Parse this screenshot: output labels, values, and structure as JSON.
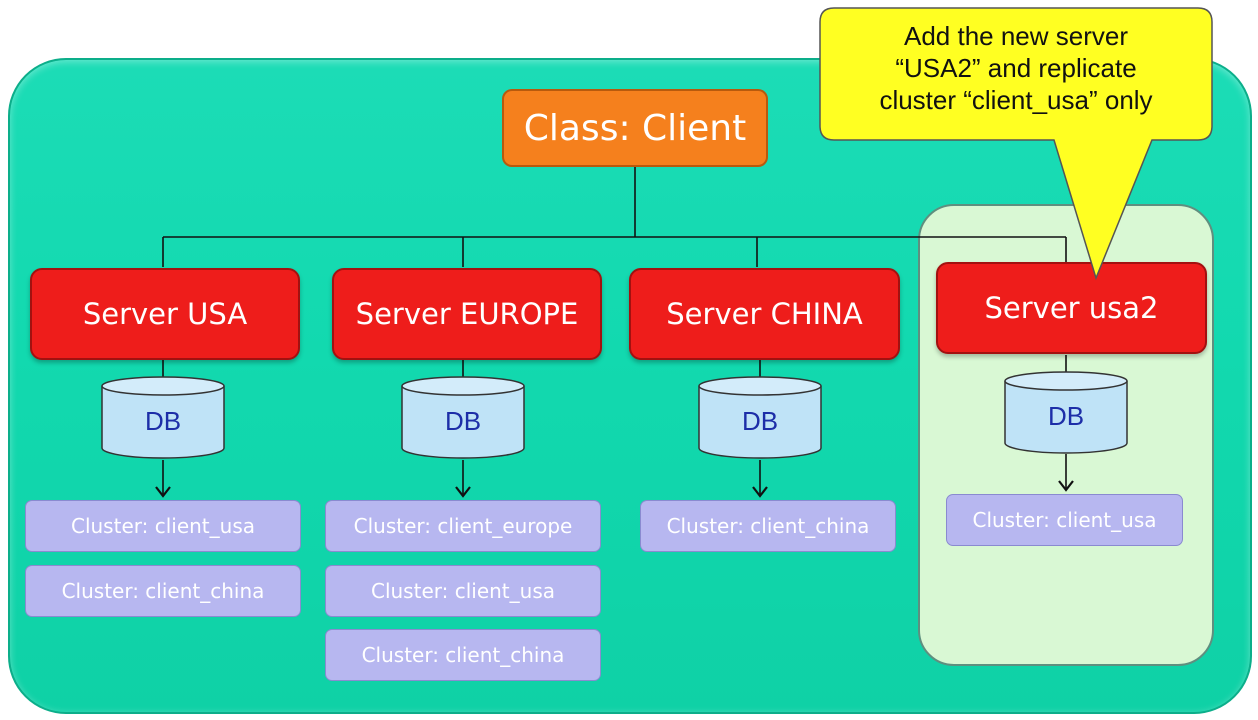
{
  "class_box": {
    "label": "Class: Client"
  },
  "callout": {
    "lines": [
      "Add the new server",
      "“USA2” and replicate",
      "cluster “client_usa” only"
    ]
  },
  "servers": [
    {
      "label": "Server USA",
      "db": "DB",
      "clusters": [
        "Cluster: client_usa",
        "Cluster: client_china"
      ]
    },
    {
      "label": "Server EUROPE",
      "db": "DB",
      "clusters": [
        "Cluster: client_europe",
        "Cluster: client_usa",
        "Cluster: client_china"
      ]
    },
    {
      "label": "Server CHINA",
      "db": "DB",
      "clusters": [
        "Cluster: client_china"
      ]
    },
    {
      "label": "Server usa2",
      "db": "DB",
      "clusters": [
        "Cluster: client_usa"
      ]
    }
  ],
  "colors": {
    "panel": "#12d9af",
    "class_box": "#f5801d",
    "server": "#ee1d1b",
    "db": "#bfe3f7",
    "cluster": "#b7b7f0",
    "callout": "#ffff22",
    "highlight": "#d9f8d4"
  }
}
